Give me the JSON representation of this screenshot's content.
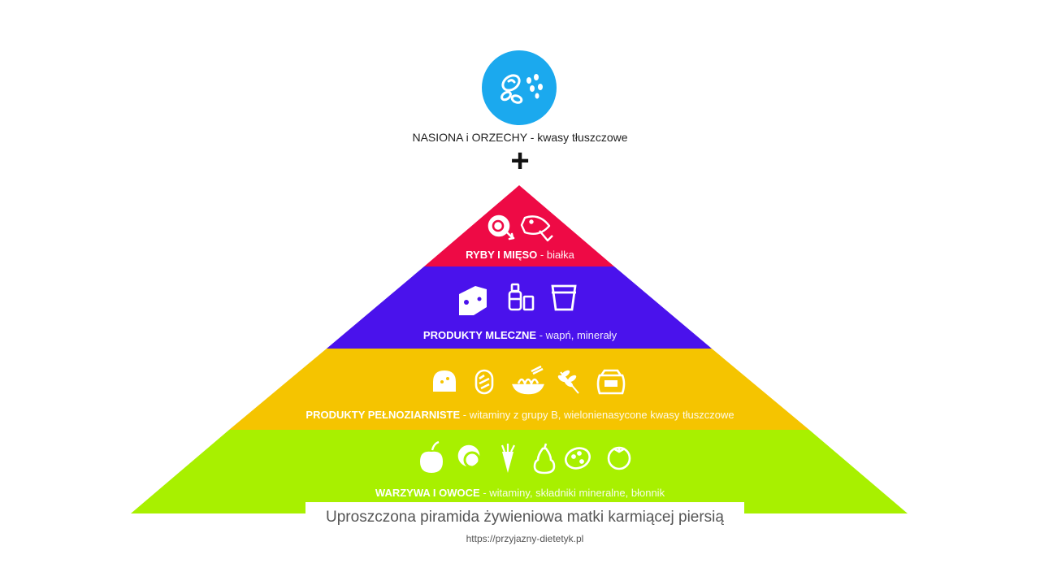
{
  "top": {
    "name": "NASIONA i ORZECHY",
    "desc": "- kwasy tłuszczowe",
    "plus": "+",
    "icon": "seeds-nuts-icon",
    "color": "#1ba9ee"
  },
  "tiers": [
    {
      "name": "RYBY I MIĘSO",
      "desc": "- białka",
      "color": "#ee0a45",
      "icons": [
        "ham-icon",
        "fish-icon"
      ]
    },
    {
      "name": "PRODUKTY MLECZNE",
      "desc": "- wapń, minerały",
      "color": "#4a12ec",
      "icons": [
        "cheese-icon",
        "milk-bottle-icon",
        "yogurt-cup-icon"
      ]
    },
    {
      "name": "PRODUKTY PEŁNOZIARNISTE",
      "desc": "- witaminy z grupy B, wielonienasycone kwasy tłuszczowe",
      "color": "#f5c400",
      "icons": [
        "bread-icon",
        "baguette-icon",
        "pasta-icon",
        "wheat-icon",
        "flour-sack-icon"
      ]
    },
    {
      "name": "WARZYWA I OWOCE",
      "desc": "- witaminy, składniki mineralne, błonnik",
      "color": "#a8f000",
      "icons": [
        "apple-icon",
        "citrus-icon",
        "carrot-icon",
        "pear-icon",
        "potato-icon",
        "tomato-icon"
      ]
    }
  ],
  "caption": {
    "title": "Uproszczona piramida żywieniowa matki karmiącej piersią",
    "url": "https://przyjazny-dietetyk.pl"
  }
}
